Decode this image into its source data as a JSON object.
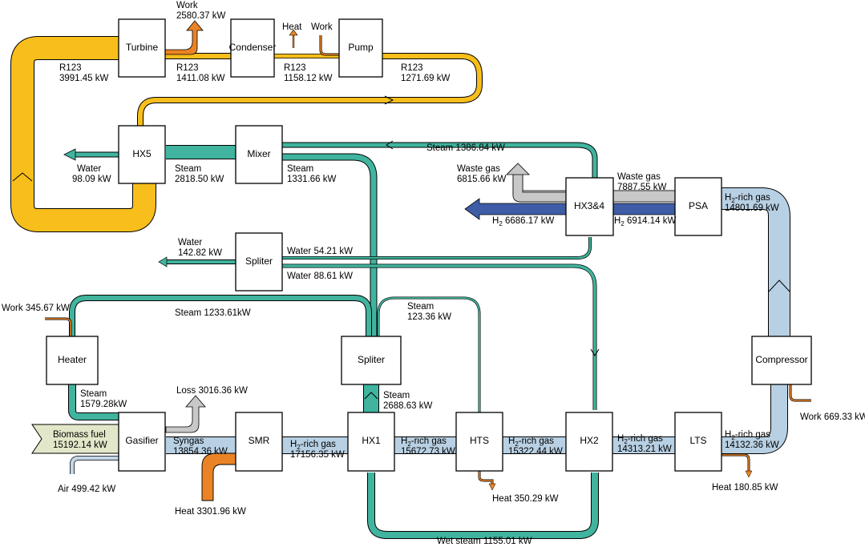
{
  "colors": {
    "r123": "#F7BE1C",
    "steam": "#40B49E",
    "gas": "#B8D0E3",
    "heat_work": "#EA8325",
    "waste": "#C8C8C8",
    "hydrogen": "#3E5DA6",
    "fuel": "#E3E7C9",
    "air": "#C3D7E8",
    "outline": "#000000"
  },
  "components": {
    "turbine": "Turbine",
    "condenser": "Condenser",
    "pump": "Pump",
    "hx5": "HX5",
    "mixer": "Mixer",
    "hx34": "HX3&4",
    "psa": "PSA",
    "spliter_top": "Spliter",
    "heater": "Heater",
    "spliter_mid": "Spliter",
    "compressor": "Compressor",
    "gasifier": "Gasifier",
    "smr": "SMR",
    "hx1": "HX1",
    "hts": "HTS",
    "hx2": "HX2",
    "lts": "LTS"
  },
  "labels": {
    "work_turbine_1": "Work",
    "work_turbine_2": "2580.37 kW",
    "heat_condenser": "Heat",
    "work_pump": "Work",
    "r123_a_1": "R123",
    "r123_a_2": "3991.45 kW",
    "r123_b_1": "R123",
    "r123_b_2": "1411.08 kW",
    "r123_c_1": "R123",
    "r123_c_2": "1158.12 kW",
    "r123_d_1": "R123",
    "r123_d_2": "1271.69 kW",
    "steam_return": "Steam 1386.84 kW",
    "water_hx5_1": "Water",
    "water_hx5_2": "98.09 kW",
    "steam_hx5_1": "Steam",
    "steam_hx5_2": "2818.50 kW",
    "steam_mixer_1": "Steam",
    "steam_mixer_2": "1331.66 kW",
    "waste_a_1": "Waste gas",
    "waste_a_2": "6815.66 kW",
    "waste_b_1": "Waste gas",
    "waste_b_2": "7887.55 kW",
    "h2_out_prefix": "H",
    "h2_out_sub": "2",
    "h2_out_value": " 6686.17 kW",
    "h2_in_prefix": "H",
    "h2_in_sub": "2",
    "h2_in_value": " 6914.14 kW",
    "h2rich_psa_pre": "H",
    "h2rich_psa_sub": "2",
    "h2rich_psa_post": "-rich gas",
    "h2rich_psa_value": "14801.69 kW",
    "water_split_1": "Water",
    "water_split_2": "142.82 kW",
    "water_54": "Water 54.21 kW",
    "water_88": "Water 88.61 kW",
    "work_heater": "Work 345.67 kW",
    "steam_1233": "Steam 1233.61kW",
    "steam_123_1": "Steam",
    "steam_123_2": "123.36 kW",
    "steam_1579_1": "Steam",
    "steam_1579_2": "1579.28kW",
    "loss": "Loss 3016.36 kW",
    "steam_2688_1": "Steam",
    "steam_2688_2": "2688.63 kW",
    "work_compressor": "Work 669.33 kW",
    "biomass_1": "Biomass fuel",
    "biomass_2": "15192.14 kW",
    "syngas_1": "Syngas",
    "syngas_2": "13854.36 kW",
    "g1_pre": "H",
    "g1_sub": "2",
    "g1_post": "-rich gas",
    "g1_value": "17156.35 kW",
    "g2_pre": "H",
    "g2_sub": "2",
    "g2_post": "-rich gas",
    "g2_value": "15672.73 kW",
    "g3_pre": "H",
    "g3_sub": "2",
    "g3_post": "-rich gas",
    "g3_value": "15322.44 kW",
    "g4_pre": "H",
    "g4_sub": "2",
    "g4_post": "-rich gas",
    "g4_value": "14313.21 kW",
    "g5_pre": "H",
    "g5_sub": "2",
    "g5_post": "-rich gas",
    "g5_value": "14132.36 kW",
    "air": "Air 499.42 kW",
    "heat_smr": "Heat 3301.96 kW",
    "heat_hts": "Heat 350.29 kW",
    "heat_lts": "Heat 180.85 kW",
    "wet_steam": "Wet steam 1155.01 kW"
  }
}
